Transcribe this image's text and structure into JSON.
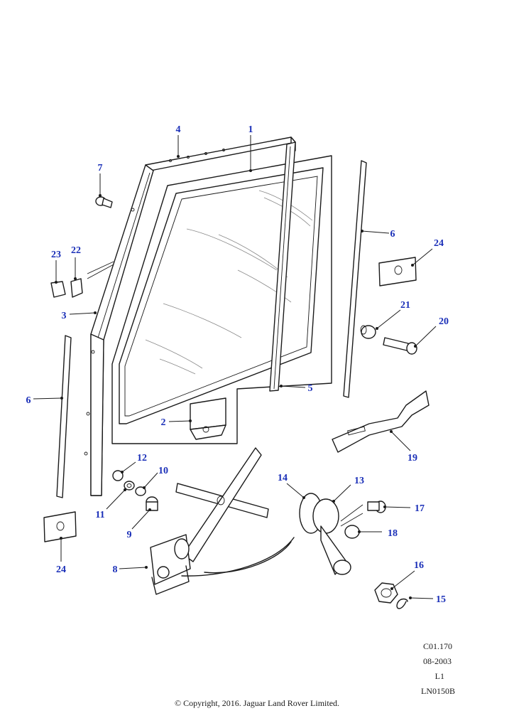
{
  "diagram": {
    "callouts": [
      {
        "id": "c1",
        "label": "1"
      },
      {
        "id": "c2",
        "label": "2"
      },
      {
        "id": "c3",
        "label": "3"
      },
      {
        "id": "c4",
        "label": "4"
      },
      {
        "id": "c5",
        "label": "5"
      },
      {
        "id": "c6a",
        "label": "6"
      },
      {
        "id": "c6b",
        "label": "6"
      },
      {
        "id": "c7",
        "label": "7"
      },
      {
        "id": "c8",
        "label": "8"
      },
      {
        "id": "c9",
        "label": "9"
      },
      {
        "id": "c10",
        "label": "10"
      },
      {
        "id": "c11",
        "label": "11"
      },
      {
        "id": "c12",
        "label": "12"
      },
      {
        "id": "c13",
        "label": "13"
      },
      {
        "id": "c14",
        "label": "14"
      },
      {
        "id": "c15",
        "label": "15"
      },
      {
        "id": "c16",
        "label": "16"
      },
      {
        "id": "c17",
        "label": "17"
      },
      {
        "id": "c18",
        "label": "18"
      },
      {
        "id": "c19",
        "label": "19"
      },
      {
        "id": "c20",
        "label": "20"
      },
      {
        "id": "c21",
        "label": "21"
      },
      {
        "id": "c22",
        "label": "22"
      },
      {
        "id": "c23",
        "label": "23"
      },
      {
        "id": "c24a",
        "label": "24"
      },
      {
        "id": "c24b",
        "label": "24"
      }
    ],
    "label_color": "#1a2fb8"
  },
  "info_block": {
    "ref": "C01.170",
    "date": "08-2003",
    "level": "L1",
    "code": "LN0150B"
  },
  "footer": {
    "copyright": "© Copyright, 2016. Jaguar Land Rover Limited."
  }
}
